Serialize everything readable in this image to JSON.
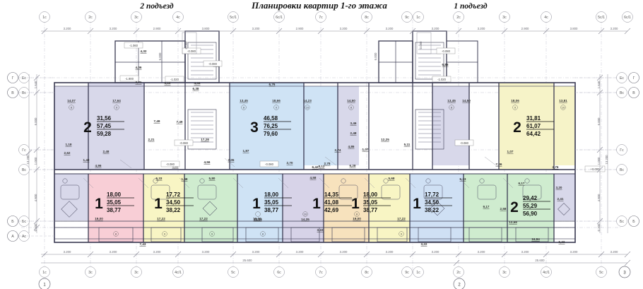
{
  "titles": {
    "center": "Планировки квартир 1-го этажа",
    "left": "2 подъезд",
    "right": "1 подъезд"
  },
  "axes": {
    "top_labels": [
      "1с",
      "2с",
      "3с",
      "4с",
      "5с/1",
      "6с/1",
      "7с",
      "8с",
      "9с",
      "1с",
      "2с",
      "3с",
      "4с",
      "5с/1",
      "6с/1",
      "7с",
      "8с",
      "9с"
    ],
    "bottom_labels": [
      "1с",
      "3с",
      "3с",
      "4с/1",
      "5с",
      "6с",
      "7с",
      "8с",
      "9с",
      "1с",
      "2с",
      "3с",
      "4с/1",
      "5с",
      "6с",
      "7с",
      "8с",
      "9с"
    ],
    "left_labels": [
      "Г",
      "Ес",
      "В",
      "Вс",
      "Гс",
      "Вс",
      "Б",
      "Бс",
      "А",
      "Ас"
    ],
    "right_labels": [
      "Ес",
      "Г",
      "Вс",
      "В",
      "Гс",
      "Вс",
      "Бс",
      "Б"
    ],
    "circle_numbers": [
      "1",
      "2",
      "3"
    ],
    "top_dims": [
      "3.200",
      "3.200",
      "2.900",
      "3.800",
      "3.200",
      "2.900",
      "3.200",
      "3.200",
      "3.200",
      "3.200",
      "2.900",
      "3.800",
      "3.200",
      "2.900",
      "3.200",
      "3.200"
    ],
    "bottom_dims": [
      "3.200",
      "3.200",
      "3.200",
      "3.200",
      "3.200",
      "3.200",
      "3.200",
      "3.200",
      "3.200",
      "3.200",
      "3.200",
      "3.200",
      "3.200",
      "3.200",
      "3.200",
      "3.200"
    ],
    "bottom_total": [
      "25.600",
      "25.600"
    ],
    "vertical_dims": [
      "1.640",
      "6.000",
      "1.000",
      "4.800",
      "0.200"
    ],
    "vertical_total": "13.200",
    "small_vdim": "0.080"
  },
  "apartments": [
    {
      "id": "apt-2-left",
      "rooms": "2",
      "area_living": "31,56",
      "area_usable": "57,45",
      "area_total": "59,28",
      "color": "#d8d8ea"
    },
    {
      "id": "apt-3-center",
      "rooms": "3",
      "area_living": "46,58",
      "area_usable": "76,25",
      "area_total": "79,60",
      "color": "#cfe3f5"
    },
    {
      "id": "apt-2-right",
      "rooms": "2",
      "area_living": "31,81",
      "area_usable": "61,07",
      "area_total": "64,42",
      "color": "#f6f3c8"
    },
    {
      "id": "apt-1-pink",
      "rooms": "1",
      "area_living": "18,00",
      "area_usable": "35,05",
      "area_total": "38,77",
      "color": "#f8ced6"
    },
    {
      "id": "apt-1-yellow",
      "rooms": "1",
      "area_living": "17,72",
      "area_usable": "34,50",
      "area_total": "38,22",
      "color": "#f8f5c4"
    },
    {
      "id": "apt-1-green",
      "rooms": "1",
      "area_living": "18,00",
      "area_usable": "35,05",
      "area_total": "38,77",
      "color": "#cfeccf"
    },
    {
      "id": "apt-1-purple",
      "rooms": "1",
      "area_living": "14,35",
      "area_usable": "41,08",
      "area_total": "42,69",
      "color": "#d7d3e8"
    },
    {
      "id": "apt-1-orange",
      "rooms": "1",
      "area_living": "18,00",
      "area_usable": "35,05",
      "area_total": "38,77",
      "color": "#f7e2bd"
    },
    {
      "id": "apt-1-blue",
      "rooms": "1",
      "area_living": "17,72",
      "area_usable": "34,50",
      "area_total": "38,22",
      "color": "#cfe0f4"
    },
    {
      "id": "apt-2-green",
      "rooms": "2",
      "area_living": "29,42",
      "area_usable": "55,29",
      "area_total": "56,90",
      "color": "#cfeccf"
    }
  ],
  "rooms_upper": [
    {
      "area": "14,07",
      "num": "8"
    },
    {
      "area": "17,64",
      "num": "9"
    },
    {
      "area": "13,45",
      "num": "8"
    },
    {
      "area": "18,66",
      "num": "9"
    },
    {
      "area": "14,23",
      "num": "10"
    },
    {
      "area": "14,50",
      "num": "8"
    },
    {
      "area": "13,45",
      "num": "8"
    },
    {
      "area": "18,06",
      "num": "9"
    },
    {
      "area": "13,81",
      "num": "10"
    },
    {
      "area": "17,28",
      "num": "9"
    },
    {
      "area": "12,25",
      "num": "9"
    },
    {
      "area": "14,50",
      "num": "8"
    }
  ],
  "rooms_lower": [
    {
      "area": "19,00",
      "num": "8"
    },
    {
      "area": "17,22",
      "num": "9"
    },
    {
      "area": "17,22",
      "num": "9"
    },
    {
      "area": "19,00",
      "num": "8"
    },
    {
      "area": "14,35",
      "num": "10"
    },
    {
      "area": "14,35",
      "num": "9"
    },
    {
      "area": "19,00",
      "num": "8"
    },
    {
      "area": "17,22",
      "num": "9"
    },
    {
      "area": "12,68",
      "num": "9"
    },
    {
      "area": "16,84",
      "num": "8"
    }
  ],
  "small_areas": [
    "2,62",
    "1,48",
    "1,18",
    "4,96",
    "2,48",
    "4,44",
    "6,76",
    "7,49",
    "6,12",
    "8,12",
    "3,46",
    "2,48",
    "4,86",
    "1,07",
    "2,21",
    "2,74",
    "2,78",
    "3,22",
    "7,43",
    "5,68",
    "6,17",
    "3,20",
    "2,41",
    "3,22",
    "5,22",
    "1,48",
    "4,58",
    "5,33",
    "6,23",
    "5,80",
    "9,17",
    "2,58",
    "2,76",
    "1,07",
    "4,32",
    "4,06",
    "3,71",
    "5,19",
    "7,49",
    "7,89",
    "1,87",
    "6,38",
    "4,56",
    "2,70",
    "6,42",
    "7,05",
    "6,28",
    "7,06",
    "5,11",
    "6,88"
  ],
  "elevations": [
    "-0.080",
    "-1.060",
    "-1.900",
    "-1.020",
    "-0.080",
    "+0.000"
  ],
  "colors": {
    "wall": "#3a3a52",
    "line": "#9a9ab0",
    "axis": "#8a8a96",
    "background": "#ffffff"
  }
}
